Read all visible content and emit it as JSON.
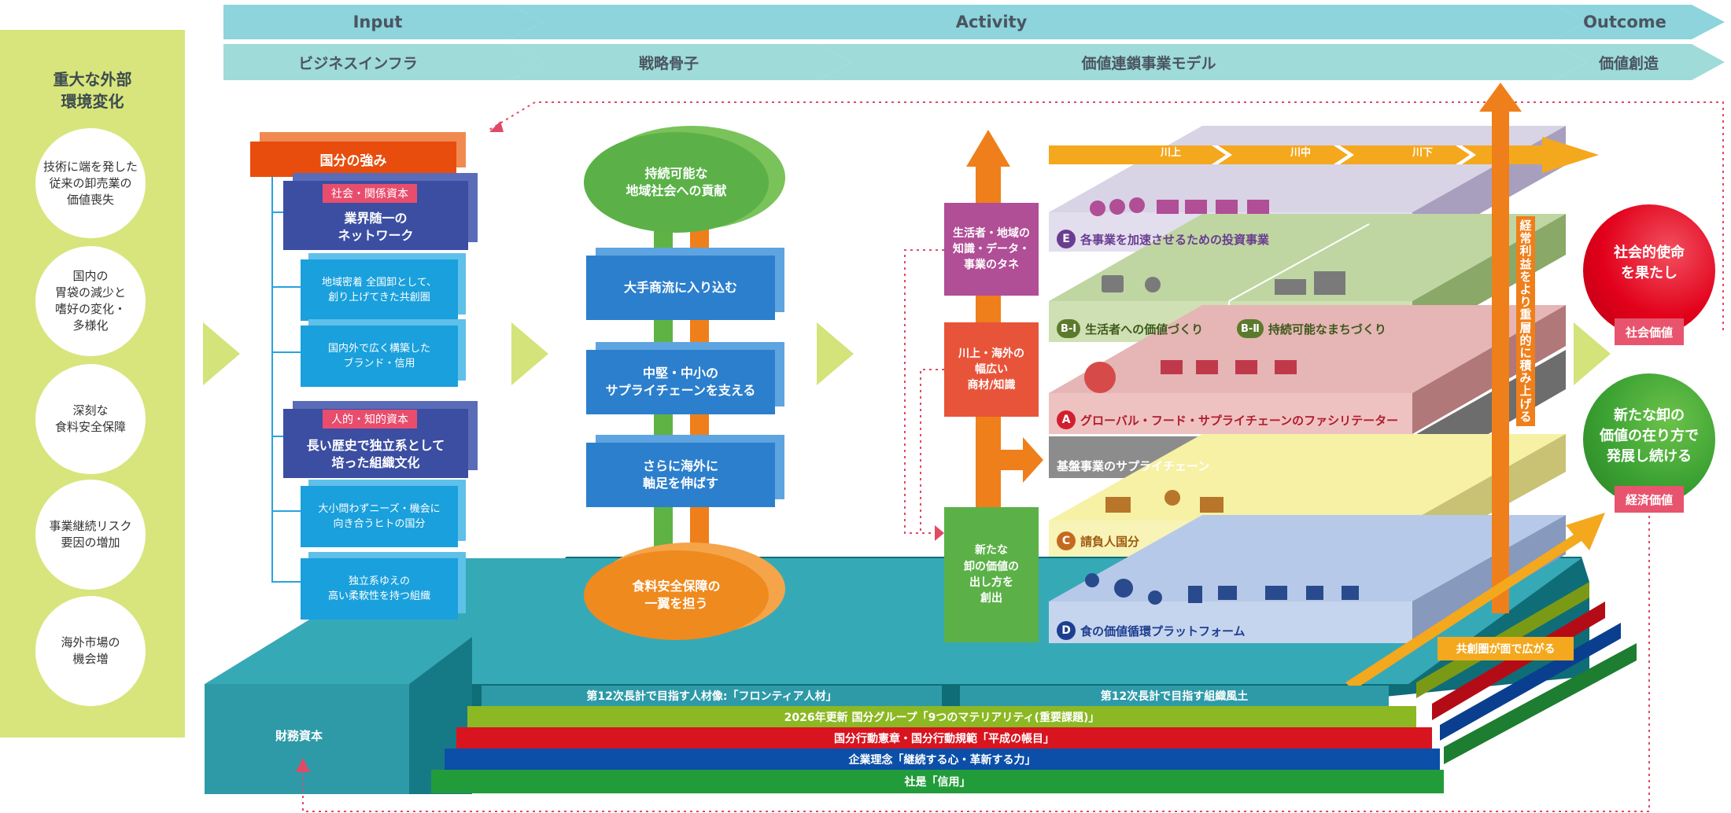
{
  "header": {
    "top": [
      "Input",
      "Activity",
      "Outcome"
    ],
    "sub": [
      "ビジネスインフラ",
      "戦略骨子",
      "価値連鎖事業モデル",
      "価値創造"
    ]
  },
  "external": {
    "title": "重大な外部\n環境変化",
    "items": [
      "技術に端を発した\n従来の卸売業の\n価値喪失",
      "国内の\n胃袋の減少と\n嗜好の変化・\n多様化",
      "深刻な\n食料安全保障",
      "事業継続リスク\n要因の増加",
      "海外市場の\n機会増"
    ]
  },
  "strengths": {
    "title": "国分の強み",
    "group1": {
      "tag": "社会・関係資本",
      "head": "業界随一の\nネットワーク",
      "items": [
        "地域密着 全国卸として、\n創り上げてきた共創圏",
        "国内外で広く構築した\nブランド・信用"
      ]
    },
    "group2": {
      "tag": "人的・知的資本",
      "head": "長い歴史で独立系として\n培った組織文化",
      "items": [
        "大小問わずニーズ・機会に\n向き合うヒトの国分",
        "独立系ゆえの\n高い柔軟性を持つ組織"
      ]
    }
  },
  "strategy": {
    "top": "持続可能な\n地域社会への貢献",
    "steps": [
      "大手商流に入り込む",
      "中堅・中小の\nサプライチェーンを支える",
      "さらに海外に\n軸足を伸ばす"
    ],
    "bottom": "食料安全保障の\n一翼を担う"
  },
  "side_boxes": [
    "生活者・地域の\n知識・データ・\n事業のタネ",
    "川上・海外の\n幅広い\n商材/知識",
    "新たな\n卸の価値の\n出し方を\n創出"
  ],
  "stream": [
    "川上",
    "川中",
    "川下"
  ],
  "layers": {
    "E": "各事業を加速させるための投資事業",
    "B1": "生活者への価値づくり",
    "B2": "持続可能なまちづくり",
    "A": "グローバル・フード・サプライチェーンのファシリテーター",
    "base": "基盤事業のサプライチェーン",
    "C": "請負人国分",
    "D": "食の価値循環プラットフォーム"
  },
  "layer_letters": {
    "E": "E",
    "B1": "B-Ⅰ",
    "B2": "B-Ⅱ",
    "A": "A",
    "C": "C",
    "D": "D"
  },
  "vertical_arrow_label": "経常利益をより重層的に積み上げる",
  "expand_label": "共創圏が面で広がる",
  "platform": {
    "capital": "財務資本",
    "left_bar": "第12次長計で目指す人材像:「フロンティア人材」",
    "right_bar": "第12次長計で目指す組織風土",
    "bands": [
      "2026年更新 国分グループ「9つのマテリアリティ(重要課題)」",
      "国分行動憲章・国分行動規範「平成の帳目」",
      "企業理念「継続する心・革新する力」",
      "社是「信用」"
    ]
  },
  "outcomes": [
    {
      "main": "社会的使命\nを果たし",
      "tag": "社会価値"
    },
    {
      "main": "新たな卸の\n価値の在り方で\n発展し続ける",
      "tag": "経済価値"
    }
  ]
}
